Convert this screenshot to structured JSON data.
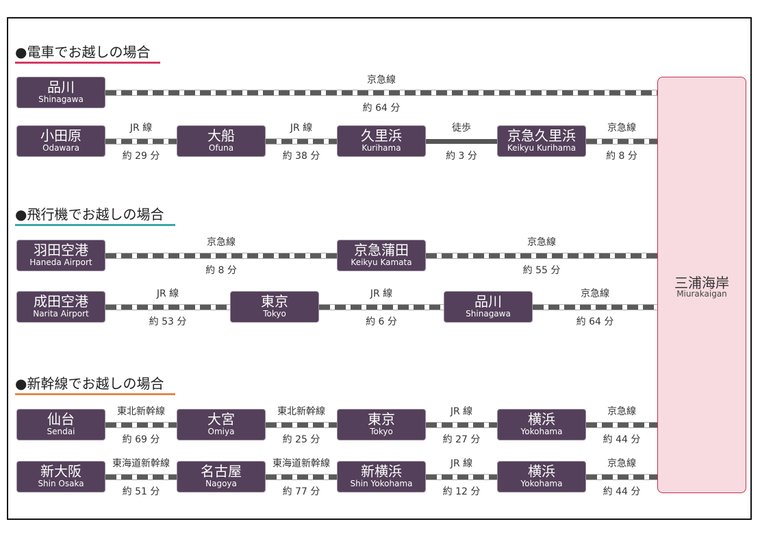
{
  "sections": [
    {
      "title": "●電車でお越しの場合",
      "underline_color": "#d43a66"
    },
    {
      "title": "●飛行機でお越しの場合",
      "underline_color": "#3aa6a6"
    },
    {
      "title": "●新幹線でお越しの場合",
      "underline_color": "#e08a4c"
    }
  ],
  "destination": {
    "jp": "三浦海岸",
    "en": "Miurakaigan"
  },
  "rows": [
    {
      "stations": [
        {
          "jp": "品川",
          "en": "Shinagawa"
        }
      ],
      "links": [
        {
          "line": "京急線",
          "time": "約 64 分"
        }
      ]
    },
    {
      "stations": [
        {
          "jp": "小田原",
          "en": "Odawara"
        },
        {
          "jp": "大船",
          "en": "Ofuna"
        },
        {
          "jp": "久里浜",
          "en": "Kurihama"
        },
        {
          "jp": "京急久里浜",
          "en": "Keikyu Kurihama"
        }
      ],
      "links": [
        {
          "line": "JR 線",
          "time": "約 29 分"
        },
        {
          "line": "JR 線",
          "time": "約 38 分"
        },
        {
          "line": "徒歩",
          "time": "約 3 分"
        },
        {
          "line": "京急線",
          "time": "約 8 分"
        }
      ]
    },
    {
      "stations": [
        {
          "jp": "羽田空港",
          "en": "Haneda Airport"
        },
        {
          "jp": "京急蒲田",
          "en": "Keikyu Kamata"
        }
      ],
      "links": [
        {
          "line": "京急線",
          "time": "約 8 分"
        },
        {
          "line": "京急線",
          "time": "約 55 分"
        }
      ]
    },
    {
      "stations": [
        {
          "jp": "成田空港",
          "en": "Narita Airport"
        },
        {
          "jp": "東京",
          "en": "Tokyo"
        },
        {
          "jp": "品川",
          "en": "Shinagawa"
        }
      ],
      "links": [
        {
          "line": "JR 線",
          "time": "約 53 分"
        },
        {
          "line": "JR 線",
          "time": "約 6 分"
        },
        {
          "line": "京急線",
          "time": "約 64 分"
        }
      ]
    },
    {
      "stations": [
        {
          "jp": "仙台",
          "en": "Sendai"
        },
        {
          "jp": "大宮",
          "en": "Omiya"
        },
        {
          "jp": "東京",
          "en": "Tokyo"
        },
        {
          "jp": "横浜",
          "en": "Yokohama"
        }
      ],
      "links": [
        {
          "line": "東北新幹線",
          "time": "約 69 分"
        },
        {
          "line": "東北新幹線",
          "time": "約 25 分"
        },
        {
          "line": "JR 線",
          "time": "約 27 分"
        },
        {
          "line": "京急線",
          "time": "約 44 分"
        }
      ]
    },
    {
      "stations": [
        {
          "jp": "新大阪",
          "en": "Shin Osaka"
        },
        {
          "jp": "名古屋",
          "en": "Nagoya"
        },
        {
          "jp": "新横浜",
          "en": "Shin Yokohama"
        },
        {
          "jp": "横浜",
          "en": "Yokohama"
        }
      ],
      "links": [
        {
          "line": "東海道新幹線",
          "time": "約 51 分"
        },
        {
          "line": "東海道新幹線",
          "time": "約 77 分"
        },
        {
          "line": "JR 線",
          "time": "約 12 分"
        },
        {
          "line": "京急線",
          "time": "約 44 分"
        }
      ]
    }
  ]
}
